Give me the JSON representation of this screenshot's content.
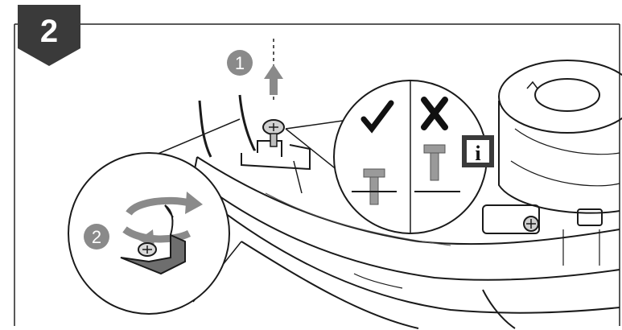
{
  "step": {
    "number": "2"
  },
  "callouts": [
    {
      "number": "1"
    },
    {
      "number": "2"
    }
  ],
  "panel": {
    "correct_icon": "checkmark-icon",
    "wrong_icon": "cross-icon",
    "info_icon": "info-icon",
    "info_letter": "i"
  },
  "colors": {
    "badge": "#3a3a3a",
    "callout": "#8a8a8a",
    "line": "#1a1a1a",
    "screw": "#9a9a9a"
  }
}
